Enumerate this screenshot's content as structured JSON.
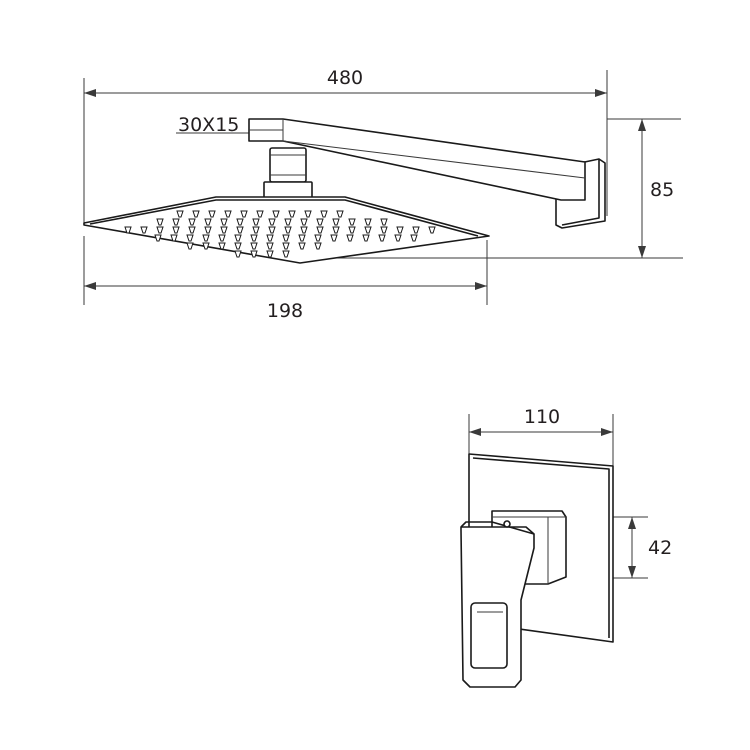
{
  "shower_head": {
    "width_label": "480",
    "height_label": "85",
    "arm_label": "30X15",
    "head_label": "198"
  },
  "mixer": {
    "width_label": "110",
    "height_label": "42"
  }
}
